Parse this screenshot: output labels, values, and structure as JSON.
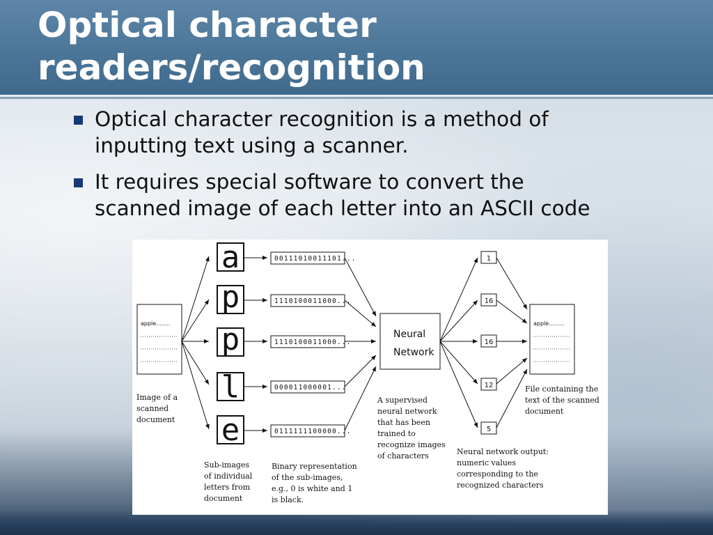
{
  "slide": {
    "title_line1": "Optical character",
    "title_line2": "readers/recognition",
    "bullets": [
      {
        "line1": "Optical character recognition is a method of",
        "line2": "inputting text using a scanner."
      },
      {
        "line1": "It requires special software to convert the",
        "line2": "scanned image of each letter into an ASCII code"
      }
    ]
  },
  "diagram": {
    "input_doc": {
      "word": "apple........"
    },
    "output_doc": {
      "word": "apple........."
    },
    "letters": [
      "a",
      "p",
      "p",
      "l",
      "e"
    ],
    "binaries": [
      "00111010011101...",
      "1110100011000...",
      "1110100011000...",
      "000011000001...",
      "0111111100000..."
    ],
    "network": {
      "line1": "Neural",
      "line2": "Network"
    },
    "outputs": [
      "1",
      "16",
      "16",
      "12",
      "5"
    ],
    "captions": {
      "image": [
        "Image of a",
        "scanned",
        "document"
      ],
      "subimages": [
        "Sub-images",
        "of individual",
        "letters from",
        "document"
      ],
      "binary": [
        "Binary representation",
        "of the sub-images,",
        "e.g., 0 is white and 1",
        "is black."
      ],
      "network": [
        "A supervised",
        "neural network",
        "that has been",
        "trained to",
        "recognize images",
        "of characters"
      ],
      "output": [
        "Neural network output:",
        "numeric values",
        "corresponding to the",
        "recognized characters"
      ],
      "file": [
        "File containing the",
        "text of the scanned",
        "document"
      ]
    }
  }
}
